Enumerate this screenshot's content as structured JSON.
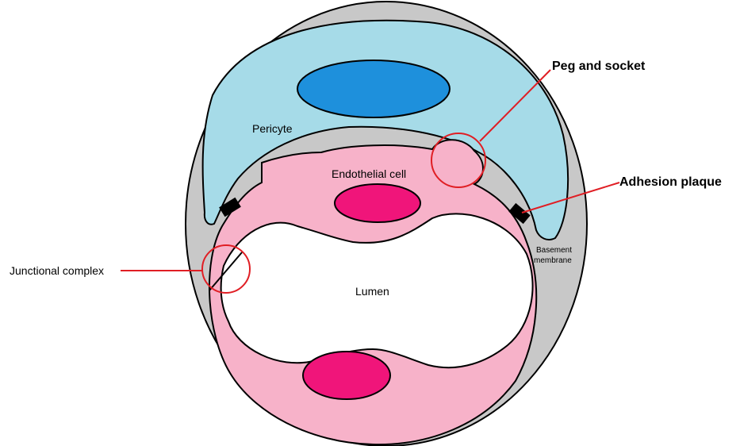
{
  "labels": {
    "pericyte": "Pericyte",
    "endothelial_cell": "Endothelial cell",
    "lumen": "Lumen",
    "peg_and_socket": "Peg and socket",
    "adhesion_plaque": "Adhesion plaque",
    "junctional_complex": "Junctional complex",
    "basement_membrane_line1": "Basement",
    "basement_membrane_line2": "membrane"
  },
  "colors": {
    "basement_membrane": "#c8c8c8",
    "pericyte": "#a6dbe8",
    "pericyte_nucleus": "#1e90dc",
    "endothelial": "#f7b2c9",
    "endothelial_nucleus": "#f0157a",
    "lumen": "#ffffff",
    "highlight": "#e01e24",
    "plaque": "#000000"
  }
}
